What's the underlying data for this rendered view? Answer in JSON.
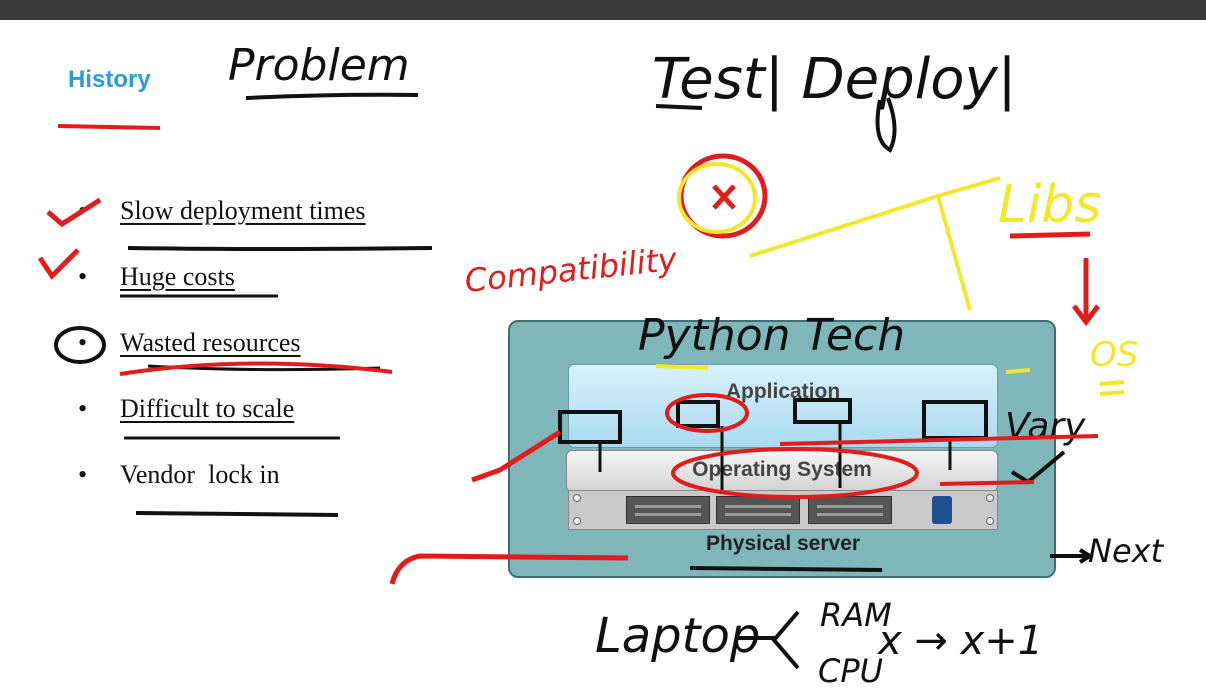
{
  "slide": {
    "heading": "History",
    "bullets": [
      {
        "marker": "•",
        "text": "Slow deployment times",
        "underlined": true
      },
      {
        "marker": "•",
        "text": "Huge costs",
        "underlined": true
      },
      {
        "marker": "•",
        "text": "Wasted resources",
        "underlined": true
      },
      {
        "marker": "•",
        "text": "Difficult to scale",
        "underlined": true
      },
      {
        "marker": "•",
        "text": "Vendor  lock in",
        "underlined": false
      }
    ]
  },
  "diagram": {
    "application_label": "Application",
    "os_label": "Operating System",
    "server_label": "Physical server"
  },
  "annotations": {
    "problem": "Problem",
    "test_deploy": "Test| Deploy|",
    "libs": "Libs",
    "os": "OS",
    "compatibility": "Compatibility",
    "python_tech": "Python  Tech",
    "vary": "Vary",
    "next": "Next",
    "laptop": "Laptop",
    "ram": "RAM",
    "cpu": "CPU",
    "x_to_x1": "x → x+1"
  },
  "colors": {
    "heading": "#2b9ad8",
    "ink_black": "#111111",
    "ink_red": "#e21b1b",
    "ink_yellow": "#f2e82b",
    "server_body": "#7fb6b9"
  }
}
